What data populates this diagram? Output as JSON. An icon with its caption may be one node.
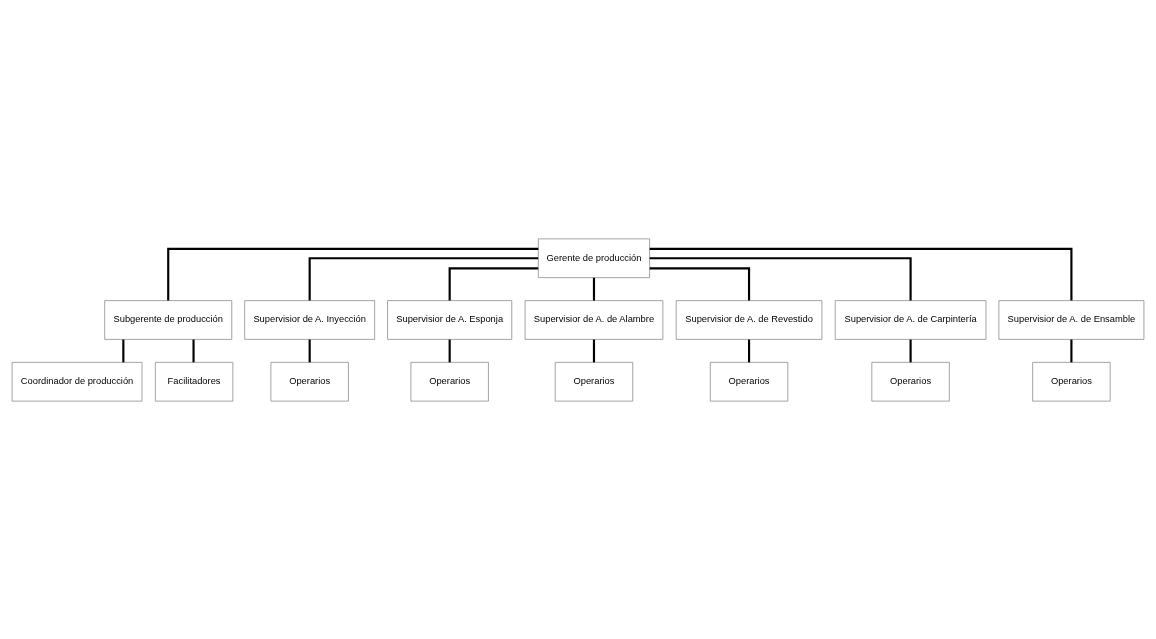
{
  "diagram": {
    "nodes": [
      {
        "text": [
          "Gerente de producción"
        ]
      },
      {
        "text": [
          "Subgerente de producción"
        ]
      },
      {
        "text": [
          "Coordinador de producción"
        ]
      },
      {
        "text": [
          "Facilitadores"
        ]
      },
      {
        "text": [
          "Supervisior de A. Inyección"
        ]
      },
      {
        "text": [
          "Supervisior de A. Esponja"
        ]
      },
      {
        "text": [
          "Supervisior de A. de Alambre"
        ]
      },
      {
        "text": [
          "Supervisior de A. de Revestido"
        ]
      },
      {
        "text": [
          "Supervisior de A. de Carpintería"
        ]
      },
      {
        "text": [
          "Supervisior de A. de Ensamble"
        ]
      },
      {
        "text": [
          "Operarios"
        ]
      },
      {
        "text": [
          "Operarios"
        ]
      },
      {
        "text": [
          "Operarios"
        ]
      },
      {
        "text": [
          "Operarios"
        ]
      },
      {
        "text": [
          "Operarios"
        ]
      },
      {
        "text": [
          "Operarios"
        ]
      }
    ],
    "edges": [
      {
        "from": 0,
        "to": 1,
        "arrow": "none"
      },
      {
        "from": 1,
        "to": 2,
        "arrow": "none"
      },
      {
        "from": 1,
        "to": 3,
        "arrow": "none"
      },
      {
        "from": 0,
        "to": 4,
        "arrow": "none"
      },
      {
        "from": 0,
        "to": 5,
        "arrow": "none"
      },
      {
        "from": 0,
        "to": 6,
        "arrow": "none"
      },
      {
        "from": 0,
        "to": 7,
        "arrow": "none"
      },
      {
        "from": 0,
        "to": 8,
        "arrow": "none"
      },
      {
        "from": 0,
        "to": 9,
        "arrow": "none"
      },
      {
        "from": 4,
        "to": 10,
        "arrow": "none"
      },
      {
        "from": 5,
        "to": 11,
        "arrow": "none"
      },
      {
        "from": 6,
        "to": 12,
        "arrow": "none"
      },
      {
        "from": 7,
        "to": 13,
        "arrow": "none"
      },
      {
        "from": 8,
        "to": 14,
        "arrow": "none"
      },
      {
        "from": 9,
        "to": 15,
        "arrow": "none"
      }
    ]
  }
}
